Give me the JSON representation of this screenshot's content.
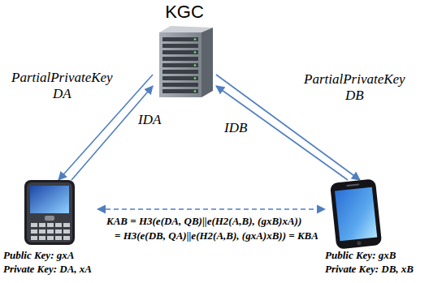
{
  "diagram": {
    "nodes": [
      {
        "text": [
          "KGC"
        ]
      },
      {
        "text": [
          "Public Key: gxA",
          "Private Key: DA, xA"
        ]
      },
      {
        "text": [
          "Public Key: gxB",
          "Private Key: DB, xB"
        ]
      }
    ],
    "edges": [
      {
        "from": 0,
        "to": 1,
        "arrow": "to",
        "label": "PartialPrivateKey DA"
      },
      {
        "from": 1,
        "to": 0,
        "arrow": "to",
        "label": "IDA"
      },
      {
        "from": 0,
        "to": 2,
        "arrow": "to",
        "label": "PartialPrivateKey DB"
      },
      {
        "from": 2,
        "to": 0,
        "arrow": "to",
        "label": "IDB"
      },
      {
        "from": 1,
        "to": 2,
        "arrow": "both"
      }
    ],
    "labels": [
      "KAB = H3(e(DA, QB)||e(H2(A,B), (gxB)xA))",
      "= H3(e(DB, QA)||e(H2(A,B), (gxA)xB)) = KBA"
    ]
  }
}
